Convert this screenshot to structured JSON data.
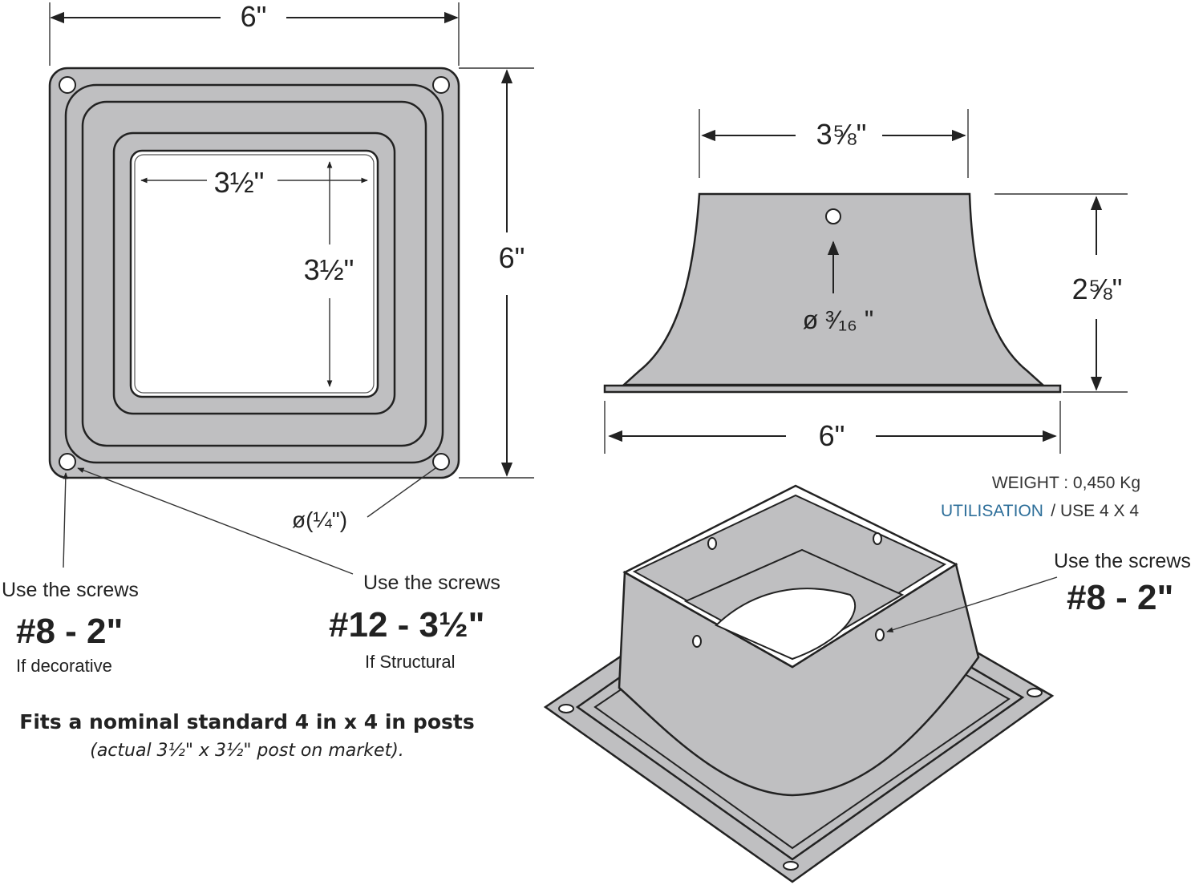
{
  "top_view": {
    "outer_width": "6\"",
    "outer_height": "6\"",
    "inner_width": "3½\"",
    "inner_height": "3½\"",
    "hole_diameter": "ø(¼\")"
  },
  "side_view": {
    "top_width": "3⅝\"",
    "height": "2⅝\"",
    "base_width": "6\"",
    "hole_diameter": "ø ³⁄₁₆ \""
  },
  "callouts": {
    "decorative": {
      "heading": "Use the screws",
      "screw": "#8 - 2\"",
      "note": "If decorative"
    },
    "structural": {
      "heading": "Use the screws",
      "screw": "#12 - 3½\"",
      "note": "If Structural"
    },
    "iso": {
      "heading": "Use the screws",
      "screw": "#8 - 2\""
    }
  },
  "specs": {
    "weight": "WEIGHT : 0,450 Kg",
    "utilisation": "UTILISATION",
    "use": "/ USE 4 X 4"
  },
  "fit_note": {
    "main": "Fits a nominal standard 4 in x 4 in posts",
    "sub": "(actual 3½\" x 3½\" post on market)."
  },
  "colors": {
    "part_fill": "#bfbfc1",
    "outline": "#222222",
    "accent": "#2e6f9a"
  }
}
